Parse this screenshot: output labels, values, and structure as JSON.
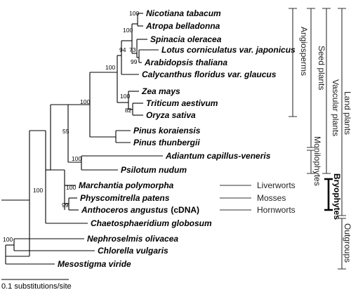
{
  "taxa": {
    "nicotiana": "Nicotiana tabacum",
    "atropa": "Atropa belladonna",
    "spinacia": "Spinacia oleracea",
    "lotus": "Lotus corniculatus var. japonicus",
    "arabidopsis": "Arabidopsis thaliana",
    "calycanthus": "Calycanthus floridus var. glaucus",
    "zea": "Zea mays",
    "triticum": "Triticum aestivum",
    "oryza": "Oryza sativa",
    "pinus_k": "Pinus koraiensis",
    "pinus_t": "Pinus thunbergii",
    "adiantum": "Adiantum capillus-veneris",
    "psilotum": "Psilotum nudum",
    "marchantia": "Marchantia polymorpha",
    "physcomitrella": "Physcomitrella patens",
    "anthoceros": "Anthoceros angustus",
    "anthoceros_note": "(cDNA)",
    "chaetosphaeridium": "Chaetosphaeridium globosum",
    "nephroselmis": "Nephroselmis olivacea",
    "chlorella": "Chlorella vulgaris",
    "mesostigma": "Mesostigma viride"
  },
  "support_values": {
    "nicotiana_atropa": "100",
    "asterids_rosids": "100",
    "lotus_arabidopsis": "99",
    "spinacia_rosids": "73",
    "eudicots": "94",
    "triticum_oryza": "82",
    "monocots": "100",
    "angiosperms": "100",
    "seed_plants": "100",
    "vascular": "55",
    "monilophytes": "100",
    "bryophytes": "100",
    "mosses_hornworts": "99",
    "land_plants": "100",
    "outgroups": "100"
  },
  "groups": {
    "angiosperms": "Angiosperms",
    "seed_plants": "Seed plants",
    "vascular_plants": "Vascular plants",
    "land_plants": "Land plants",
    "monilophytes": "Monilophytes",
    "bryophytes": "Bryophytes",
    "outgroups": "Outgroups",
    "liverworts": "Liverworts",
    "mosses": "Mosses",
    "hornworts": "Hornworts"
  },
  "scale": {
    "label": "0.1 substitutions/site"
  }
}
